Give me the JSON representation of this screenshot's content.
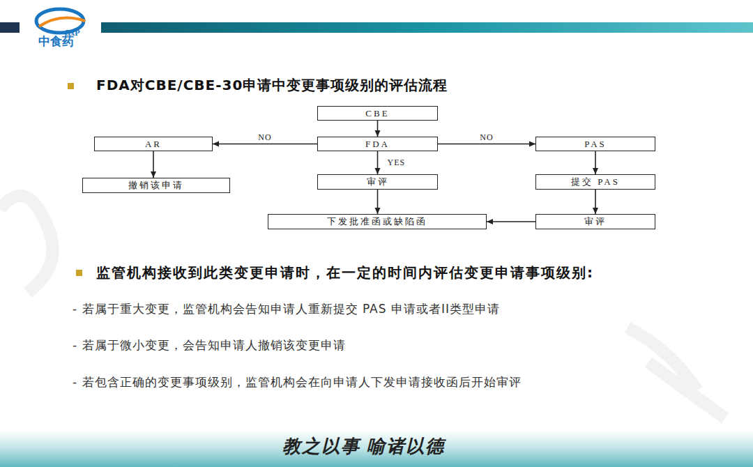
{
  "diagram": {
    "title": "FDA对CBE/CBE-30申请中变更事项级别的评估流程",
    "nodes": [
      {
        "text": [
          "CBE"
        ]
      },
      {
        "text": [
          "AR"
        ]
      },
      {
        "text": [
          "FDA"
        ]
      },
      {
        "text": [
          "PAS"
        ]
      },
      {
        "text": [
          "撤销该申请"
        ]
      },
      {
        "text": [
          "审评"
        ]
      },
      {
        "text": [
          "提交 PAS"
        ]
      },
      {
        "text": [
          "下发批准函或缺陷函"
        ]
      },
      {
        "text": [
          "审评"
        ]
      }
    ],
    "edges": [
      {
        "from": 0,
        "to": 2,
        "arrow": "to"
      },
      {
        "from": 2,
        "to": 1,
        "label": "NO",
        "arrow": "to"
      },
      {
        "from": 2,
        "to": 3,
        "label": "NO",
        "arrow": "to"
      },
      {
        "from": 2,
        "to": 5,
        "label": "YES",
        "arrow": "to"
      },
      {
        "from": 1,
        "to": 4,
        "arrow": "to"
      },
      {
        "from": 5,
        "to": 7,
        "arrow": "to"
      },
      {
        "from": 3,
        "to": 6,
        "arrow": "to"
      },
      {
        "from": 6,
        "to": 8,
        "arrow": "to"
      },
      {
        "from": 8,
        "to": 7,
        "arrow": "to"
      }
    ],
    "labels": [
      "GxP",
      "中食药",
      "监管机构接收到此类变更申请时，在一定的时间内评估变更申请事项级别:",
      "- 若属于重大变更，监管机构会告知申请人重新提交 PAS 申请或者II类型申请",
      "- 若属于微小变更，会告知申请人撤销该变更申请",
      "- 若包含正确的变更事项级别，监管机构会在向申请人下发申请接收函后开始审评",
      "教之以事 喻诸以德"
    ]
  }
}
